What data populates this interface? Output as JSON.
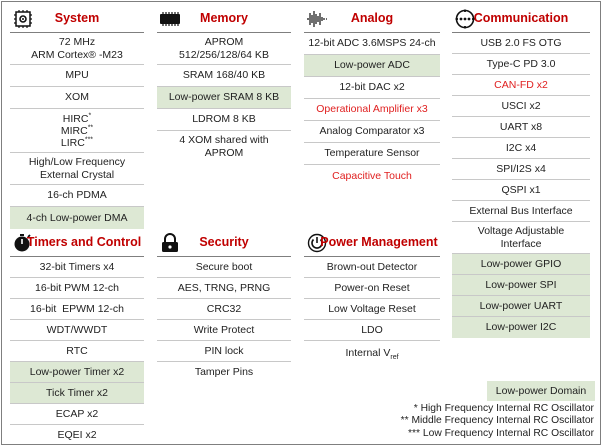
{
  "system": {
    "title": "System",
    "icon": "chip-gear-icon",
    "items": [
      {
        "line1": "72 MHz",
        "line2": "ARM Cortex® -M23"
      },
      {
        "text": "MPU"
      },
      {
        "text": "XOM"
      },
      {
        "hirc": "HIRC",
        "hirc_sup": "*",
        "mirc": "MIRC",
        "mirc_sup": "**",
        "lirc": "LIRC",
        "lirc_sup": "***"
      },
      {
        "line1": "High/Low Frequency",
        "line2": "External Crystal"
      },
      {
        "text": "16-ch PDMA"
      },
      {
        "text": "4-ch Low-power DMA"
      }
    ]
  },
  "memory": {
    "title": "Memory",
    "icon": "memory-chip-icon",
    "items": [
      {
        "line1": "APROM",
        "line2": "512/256/128/64 KB"
      },
      {
        "text": "SRAM 168/40 KB"
      },
      {
        "text": "Low-power SRAM 8 KB"
      },
      {
        "text": "LDROM 8 KB"
      },
      {
        "line1": "4 XOM shared with",
        "line2": "APROM"
      }
    ]
  },
  "analog": {
    "title": "Analog",
    "icon": "waveform-icon",
    "items": [
      {
        "text": "12-bit ADC 3.6MSPS 24-ch"
      },
      {
        "text": "Low-power ADC"
      },
      {
        "text": "12-bit DAC x2"
      },
      {
        "text": "Operational Amplifier x3"
      },
      {
        "text": "Analog Comparator x3"
      },
      {
        "text": "Temperature Sensor"
      },
      {
        "text": "Capacitive Touch"
      }
    ]
  },
  "communication": {
    "title": "Communication",
    "icon": "network-gear-icon",
    "items": [
      {
        "text": "USB 2.0 FS OTG"
      },
      {
        "text": "Type-C PD 3.0"
      },
      {
        "text": "CAN-FD x2"
      },
      {
        "text": "USCI x2"
      },
      {
        "text": "UART x8"
      },
      {
        "text": "I2C x4"
      },
      {
        "text": "SPI/I2S x4"
      },
      {
        "text": "QSPI x1"
      },
      {
        "text": "External Bus Interface"
      },
      {
        "line1": "Voltage Adjustable",
        "line2": "Interface"
      },
      {
        "text": "Low-power GPIO"
      },
      {
        "text": "Low-power SPI"
      },
      {
        "text": "Low-power UART"
      },
      {
        "text": "Low-power I2C"
      }
    ]
  },
  "timers": {
    "title": "Timers and Control",
    "icon": "stopwatch-icon",
    "items": [
      {
        "text": "32-bit Timers x4"
      },
      {
        "text": "16-bit PWM 12-ch"
      },
      {
        "text": "16-bit  EPWM 12-ch"
      },
      {
        "text": "WDT/WWDT"
      },
      {
        "text": "RTC"
      },
      {
        "text": "Low-power Timer x2"
      },
      {
        "text": "Tick Timer x2"
      },
      {
        "text": "ECAP x2"
      },
      {
        "text": "EQEI x2"
      }
    ]
  },
  "security": {
    "title": "Security",
    "icon": "padlock-icon",
    "items": [
      {
        "text": "Secure boot"
      },
      {
        "text": "AES, TRNG, PRNG"
      },
      {
        "text": "CRC32"
      },
      {
        "text": "Write Protect"
      },
      {
        "text": "PIN lock"
      },
      {
        "text": "Tamper Pins"
      }
    ]
  },
  "power": {
    "title": "Power Management",
    "icon": "power-icon",
    "items": [
      {
        "text": "Brown-out Detector"
      },
      {
        "text": "Power-on Reset"
      },
      {
        "text": "Low Voltage Reset"
      },
      {
        "text": "LDO"
      },
      {
        "vref_main": "Internal V",
        "vref_sub": "ref"
      }
    ]
  },
  "legend": {
    "label": "Low-power Domain",
    "color": "#dde8d4"
  },
  "notes": [
    "* High Frequency Internal RC Oscillator",
    "** Middle Frequency Internal RC Oscillator",
    "*** Low Frequency Internal RC Oscillator"
  ],
  "colors": {
    "title": "#c00000",
    "highlight_text": "#e02020",
    "low_power_fill": "#dde8d4",
    "border": "#7f7f7f"
  }
}
